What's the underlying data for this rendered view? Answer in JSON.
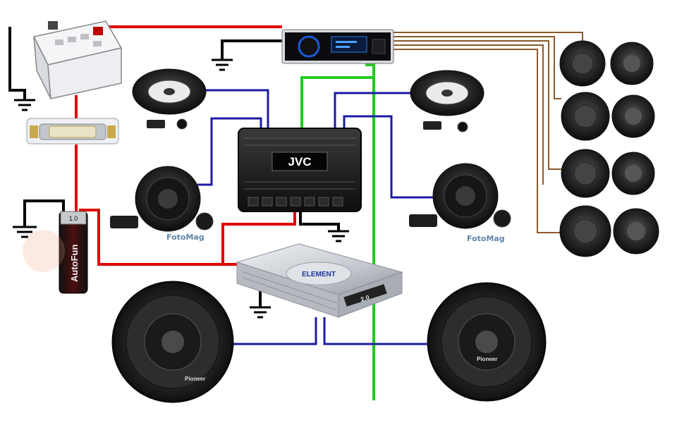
{
  "labels": {
    "amp_top_brand": "JVC",
    "amp_bottom_text_1": "ELEMENT",
    "amp_bottom_text_2": "2.0",
    "capacitor_brand": "AutoFun",
    "capacitor_value": "1.0",
    "sub_left_brand": "Pioneer",
    "sub_right_brand": "Pioneer",
    "watermark_left": "FotoMag",
    "watermark_right": "FotoMag"
  },
  "colors": {
    "power_wire": "#e00000",
    "ground_wire": "#000000",
    "speaker_wire": "#1a1aa6",
    "rca_wire": "#22cc22",
    "rear_speaker_wire": "#8b5a2b",
    "device_dark": "#1c1c1c",
    "device_silver": "#c9ccd1"
  }
}
